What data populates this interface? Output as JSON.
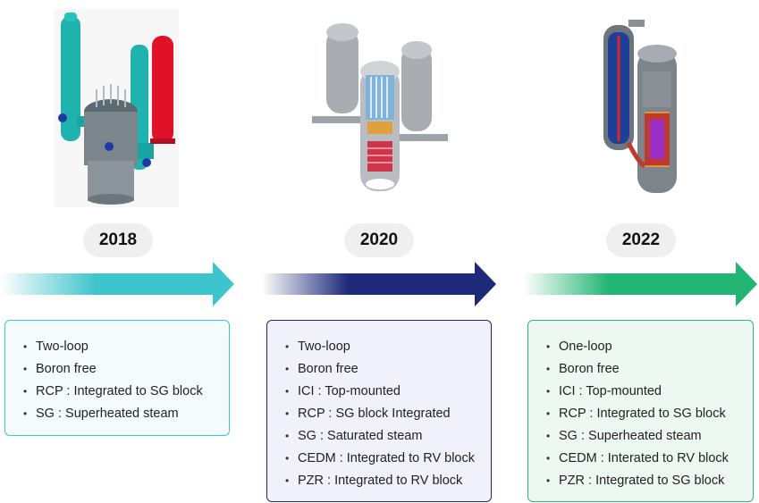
{
  "colors": {
    "teal": "#3ec4cc",
    "navy": "#1d2a7a",
    "green": "#22b573"
  },
  "stages": [
    {
      "year": "2018",
      "illustration": "two-loop-reactor-icon",
      "features": [
        "Two-loop",
        "Boron free",
        "RCP : Integrated to SG block",
        "SG : Superheated steam"
      ]
    },
    {
      "year": "2020",
      "illustration": "integrated-reactor-cutaway-icon",
      "features": [
        "Two-loop",
        "Boron free",
        "ICI : Top-mounted",
        "RCP : SG block Integrated",
        "SG : Saturated steam",
        "CEDM : Integrated to RV block",
        "PZR : Integrated to RV block"
      ]
    },
    {
      "year": "2022",
      "illustration": "one-loop-reactor-cutaway-icon",
      "features": [
        "One-loop",
        "Boron free",
        "ICI : Top-mounted",
        "RCP : Integrated to SG block",
        "SG : Superheated steam",
        "CEDM : Interated to RV block",
        "PZR : Integrated to SG block"
      ]
    }
  ]
}
